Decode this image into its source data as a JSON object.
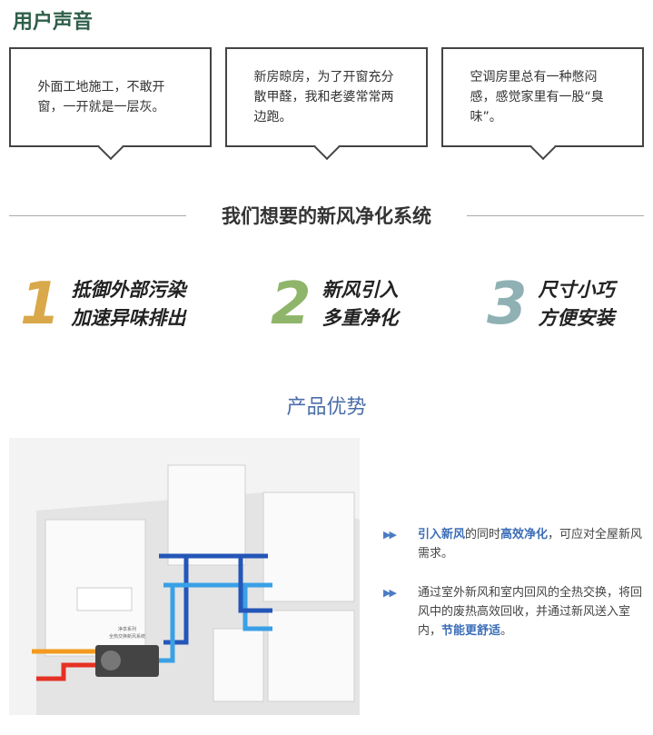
{
  "header": {
    "title": "用户声音"
  },
  "bubbles": [
    "外面工地施工，不敢开窗，一开就是一层灰。",
    "新房晾房，为了开窗充分散甲醛，我和老婆常常两边跑。",
    "空调房里总有一种憋闷感，感觉家里有一股“臭味”。"
  ],
  "section_title": "我们想要的新风净化系统",
  "features": [
    {
      "num": "1",
      "l1": "抵御外部污染",
      "l2": "加速异味排出",
      "color": "#d9a84a"
    },
    {
      "num": "2",
      "l1": "新风引入",
      "l2": "多重净化",
      "color": "#8fb56a"
    },
    {
      "num": "3",
      "l1": "尺寸小巧",
      "l2": "方便安装",
      "color": "#8fb1b4"
    }
  ],
  "advantage_title": "产品优势",
  "image_label": {
    "l1": "净享系列",
    "l2": "全热交换新风系统"
  },
  "points": [
    {
      "h1": "引入新风",
      "t1": "的同时",
      "h2": "高效净化",
      "t2": "，可应对全屋新风需求。"
    },
    {
      "t0": "通过室外新风和室内回风的全热交换，将回风中的废热高效回收，并通过新风送入室内，",
      "h1": "节能更舒适",
      "t1": "。"
    }
  ],
  "icons": {
    "bullet": "double-triangle-right-icon"
  },
  "colors": {
    "accent": "#3b6db7",
    "title_green": "#2f5f4a"
  }
}
